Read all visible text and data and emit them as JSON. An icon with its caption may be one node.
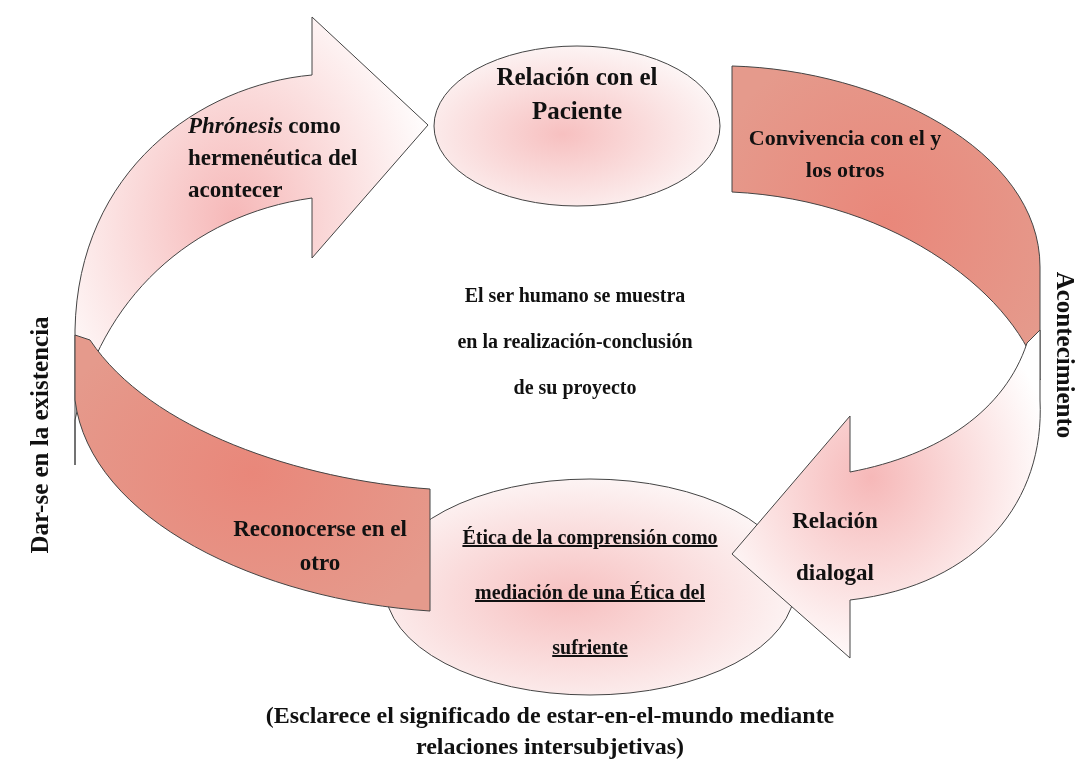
{
  "diagram": {
    "caption": "(Esclarece el significado de estar-en-el-mundo mediante relaciones intersubjetivas)",
    "nodes": [
      {
        "text": [
          "*Phrónesis* como hermenéutica del acontecer"
        ]
      },
      {
        "text": [
          "Relación con el Paciente"
        ]
      },
      {
        "text": [
          "Convivencia con el y los otros"
        ]
      },
      {
        "text": [
          "Relación dialogal"
        ]
      },
      {
        "text": [
          "Ética de la comprensión como mediación de una Ética del sufriente"
        ]
      },
      {
        "text": [
          "Reconocerse en el otro"
        ]
      }
    ],
    "labels": [
      "Dar-se en la existencia",
      "El ser humano se muestra en la realización-conclusión de su proyecto",
      "Acontecimiento"
    ]
  }
}
